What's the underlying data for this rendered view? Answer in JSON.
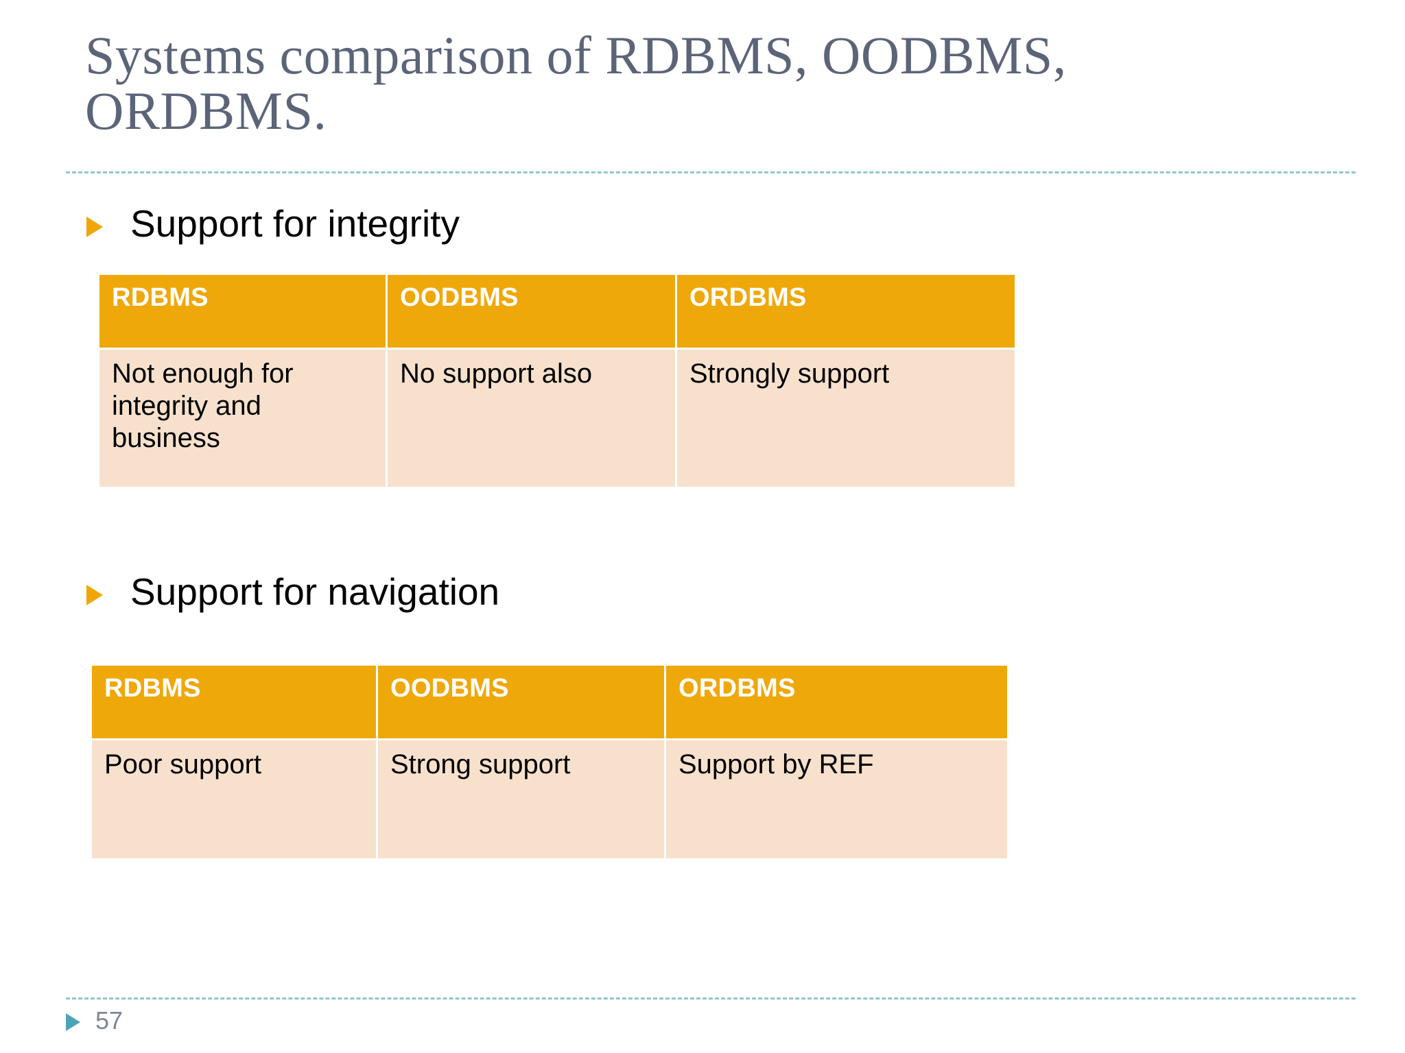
{
  "slide": {
    "title": "Systems comparison of RDBMS, OODBMS, ORDBMS.",
    "page_number": "57",
    "colors": {
      "title_text": "#5C6478",
      "divider": "#8FC6CF",
      "bullet_marker": "#F0A607",
      "table_header_bg": "#EFA80A",
      "table_header_text": "#FFFFFF",
      "table_cell_bg": "#F7E1CD",
      "table_cell_text": "#000000",
      "footer_marker": "#4FA3B8",
      "footer_number": "#7E8795",
      "background": "#FFFFFF"
    }
  },
  "sections": [
    {
      "heading": "Support for integrity",
      "table": {
        "headers": [
          "RDBMS",
          "OODBMS",
          "ORDBMS"
        ],
        "rows": [
          [
            "Not enough for integrity and business",
            "No support also",
            "Strongly support"
          ]
        ]
      }
    },
    {
      "heading": "Support for navigation",
      "table": {
        "headers": [
          "RDBMS",
          "OODBMS",
          "ORDBMS"
        ],
        "rows": [
          [
            "Poor support",
            "Strong support",
            "Support by REF"
          ]
        ]
      }
    }
  ],
  "icons": {
    "bullet_marker": "triangle-right-icon",
    "footer_marker": "triangle-right-icon"
  }
}
